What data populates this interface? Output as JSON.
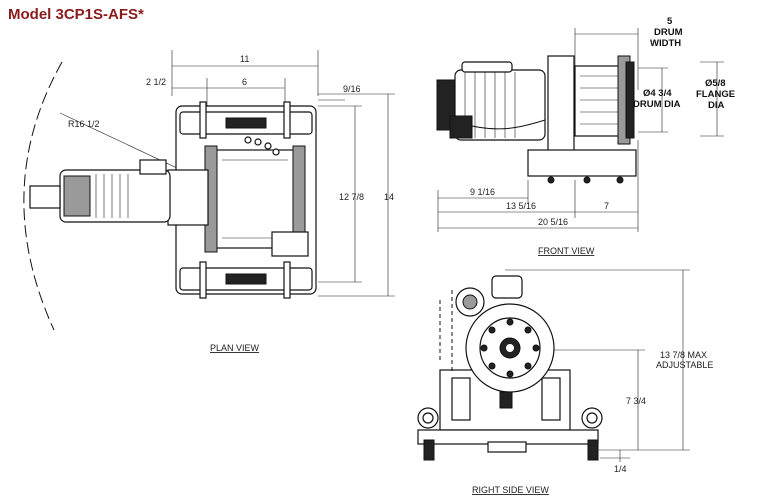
{
  "header": {
    "title": "Model 3CP1S-AFS",
    "asterisk": "*"
  },
  "plan_view": {
    "caption": "PLAN VIEW",
    "dims": {
      "overall_width": "11",
      "left_offset": "2 1/2",
      "inner": "6",
      "right_small": "9/16",
      "radius": "R16 1/2",
      "inner_height": "12 7/8",
      "overall_height": "14"
    }
  },
  "front_view": {
    "caption": "FRONT VIEW",
    "dims": {
      "drum_width_num": "5",
      "drum_width_l1": "DRUM",
      "drum_width_l2": "WIDTH",
      "drum_dia": "Ø4 3/4",
      "drum_dia_label": "DRUM DIA",
      "flange_dia": "Ø5/8",
      "flange_l1": "FLANGE",
      "flange_l2": "DIA",
      "d1": "9 1/16",
      "d2": "13 5/16",
      "d3": "7",
      "overall": "20 5/16"
    }
  },
  "right_side_view": {
    "caption": "RIGHT SIDE VIEW",
    "dims": {
      "max_height_l1": "13 7/8 MAX",
      "max_height_l2": "ADJUSTABLE",
      "height": "7 3/4",
      "bottom": "1/4"
    }
  }
}
